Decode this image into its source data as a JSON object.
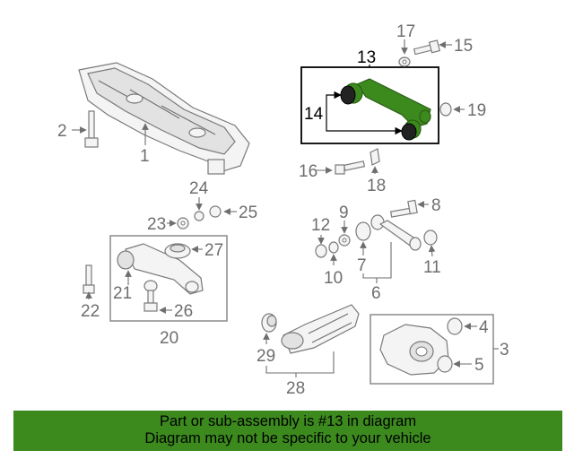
{
  "diagram": {
    "callouts": {
      "c1": "1",
      "c2": "2",
      "c3": "3",
      "c4": "4",
      "c5": "5",
      "c6": "6",
      "c7": "7",
      "c8": "8",
      "c9": "9",
      "c10": "10",
      "c11": "11",
      "c12": "12",
      "c13": "13",
      "c14": "14",
      "c15": "15",
      "c16": "16",
      "c17": "17",
      "c18": "18",
      "c19": "19",
      "c20": "20",
      "c21": "21",
      "c22": "22",
      "c23": "23",
      "c24": "24",
      "c25": "25",
      "c26": "26",
      "c27": "27",
      "c28": "28",
      "c29": "29"
    },
    "highlight_color": "#3c8a1e"
  },
  "footer": {
    "line1": "Part or sub-assembly is #13 in diagram",
    "line2": "Diagram may not be specific to your vehicle"
  }
}
